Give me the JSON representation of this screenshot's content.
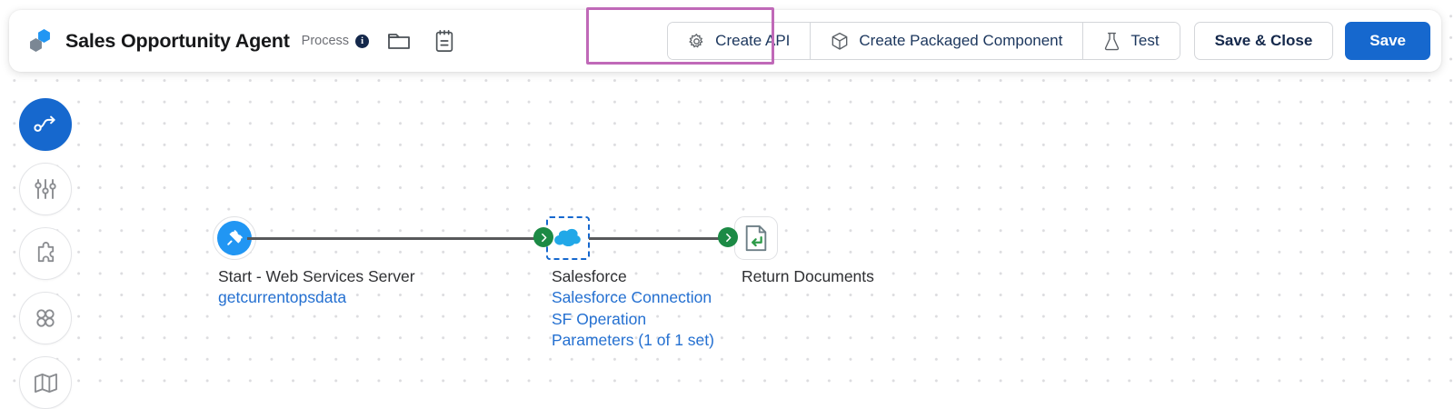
{
  "header": {
    "logo_icon": "boomi-hexagon-logo",
    "title": "Sales Opportunity Agent",
    "type_label": "Process",
    "info_icon": "info-icon",
    "info_glyph": "i",
    "folder_icon": "folder-icon",
    "notes_icon": "notepad-icon",
    "buttons": {
      "create_api": {
        "label": "Create API",
        "icon": "gear-icon"
      },
      "create_packaged_component": {
        "label": "Create Packaged Component",
        "icon": "package-box-icon"
      },
      "test": {
        "label": "Test",
        "icon": "flask-icon"
      },
      "save_and_close": {
        "label": "Save & Close"
      },
      "save": {
        "label": "Save"
      }
    },
    "highlight_color": "#c069b8",
    "primary_color": "#1668ce"
  },
  "sidebar": {
    "items": [
      {
        "name": "flow-path",
        "icon": "flow-path-icon",
        "active": true
      },
      {
        "name": "properties",
        "icon": "sliders-icon",
        "active": false
      },
      {
        "name": "extensions",
        "icon": "puzzle-piece-icon",
        "active": false
      },
      {
        "name": "components",
        "icon": "four-circles-icon",
        "active": false
      },
      {
        "name": "map",
        "icon": "map-icon",
        "active": false
      }
    ]
  },
  "canvas": {
    "background": "dot-grid",
    "nodes": [
      {
        "id": "start",
        "icon": "plug-icon",
        "title": "Start - Web Services Server",
        "links": [
          "getcurrentopsdata"
        ],
        "selected": false
      },
      {
        "id": "salesforce",
        "icon": "salesforce-cloud-icon",
        "title": "Salesforce",
        "links": [
          "Salesforce Connection",
          "SF Operation",
          "Parameters (1 of 1 set)"
        ],
        "selected": true
      },
      {
        "id": "return-documents",
        "icon": "return-document-icon",
        "title": "Return Documents",
        "links": [],
        "selected": false
      }
    ],
    "connector_icon": "chevron-right-arrow",
    "connector_color": "#1c8a45",
    "link_color": "#2470d1"
  }
}
